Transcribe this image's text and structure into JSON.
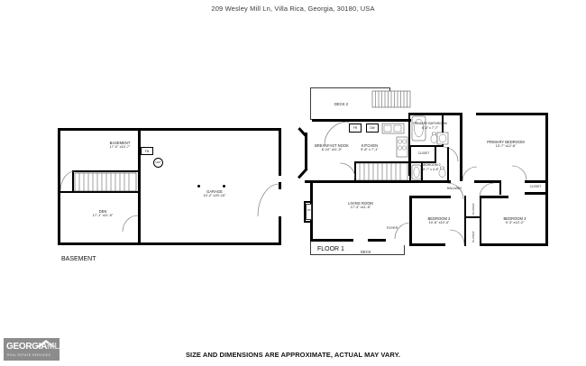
{
  "header": {
    "address": "209 Wesley Mill Ln, Villa Rica, Georgia, 30180, USA"
  },
  "footer": {
    "disclaimer": "SIZE AND DIMENSIONS ARE APPROXIMATE, ACTUAL MAY VARY.",
    "logo_main": "GEORGIA",
    "logo_accent": "MLS",
    "logo_sub": "REAL ESTATE SERVICES"
  },
  "basement": {
    "plan_label": "BASEMENT",
    "rooms": [
      {
        "name": "BASEMENT",
        "dim": "17'-0\" x10'-7\""
      },
      {
        "name": "DEN",
        "dim": "17'-1\" x11'-5\""
      },
      {
        "name": "GARAGE",
        "dim": "10'-2\" x20'-10\""
      }
    ],
    "markers": [
      {
        "label": "FN"
      },
      {
        "label": "HWT"
      }
    ]
  },
  "floor1": {
    "plan_label": "FLOOR 1",
    "deck_label": "DECK",
    "deck2_label": "DECK 2",
    "rooms": [
      {
        "name": "BREAKFAST NOOK",
        "dim": "6'-10\" x11'-0\""
      },
      {
        "name": "KITCHEN",
        "dim": "9'-8\" x 7'-1\""
      },
      {
        "name": "PRIMARY BATHROOM",
        "dim": "8'-6\" x 7'-7\""
      },
      {
        "name": "PRIMARY BEDROOM",
        "dim": "13'-7\" x12'-6\""
      },
      {
        "name": "BEDROOM 2",
        "dim": "8'-7\" x 4'-8\""
      },
      {
        "name": "LIVING ROOM",
        "dim": "17'-3\" x11'-5\""
      },
      {
        "name": "BEDROOM 2",
        "dim": "10'-6\" x10'-4\""
      },
      {
        "name": "BEDROOM 3",
        "dim": "9'-3\" x10'-2\""
      }
    ],
    "labels": {
      "hallway": "HALLWAY",
      "foyer": "FOYER",
      "closet": "CLOSET",
      "fr": "FR",
      "dw": "DW",
      "fp": "FP"
    }
  }
}
